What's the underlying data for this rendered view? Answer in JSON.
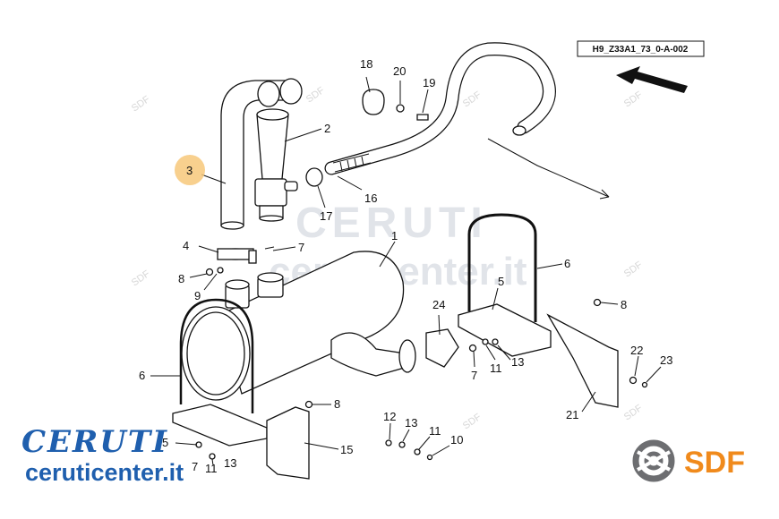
{
  "diagram": {
    "reference_code": "H9_Z33A1_73_0-A-002",
    "highlighted_part": "3",
    "labels": {
      "l1": "1",
      "l2": "2",
      "l3": "3",
      "l4": "4",
      "l5a": "5",
      "l5b": "5",
      "l6a": "6",
      "l6b": "6",
      "l7a": "7",
      "l7b": "7",
      "l7c": "7",
      "l8a": "8",
      "l8b": "8",
      "l8c": "8",
      "l9": "9",
      "l10": "10",
      "l11a": "11",
      "l11b": "11",
      "l11c": "11",
      "l12": "12",
      "l13a": "13",
      "l13b": "13",
      "l13c": "13",
      "l15": "15",
      "l16": "16",
      "l17": "17",
      "l18": "18",
      "l19": "19",
      "l20": "20",
      "l21": "21",
      "l22": "22",
      "l23": "23",
      "l24": "24"
    }
  },
  "branding": {
    "watermark_logo": "CERUTI",
    "watermark_url": "ceruticenter.it",
    "logo_name": "CERUTI",
    "logo_url": "ceruticenter.it",
    "manufacturer": "SDF",
    "small_watermark": "SDF"
  },
  "colors": {
    "highlight": "#f7c87a",
    "brand_blue": "#1f5fae",
    "sdf_orange": "#f08a1c",
    "sdf_gray": "#6d6e71"
  }
}
